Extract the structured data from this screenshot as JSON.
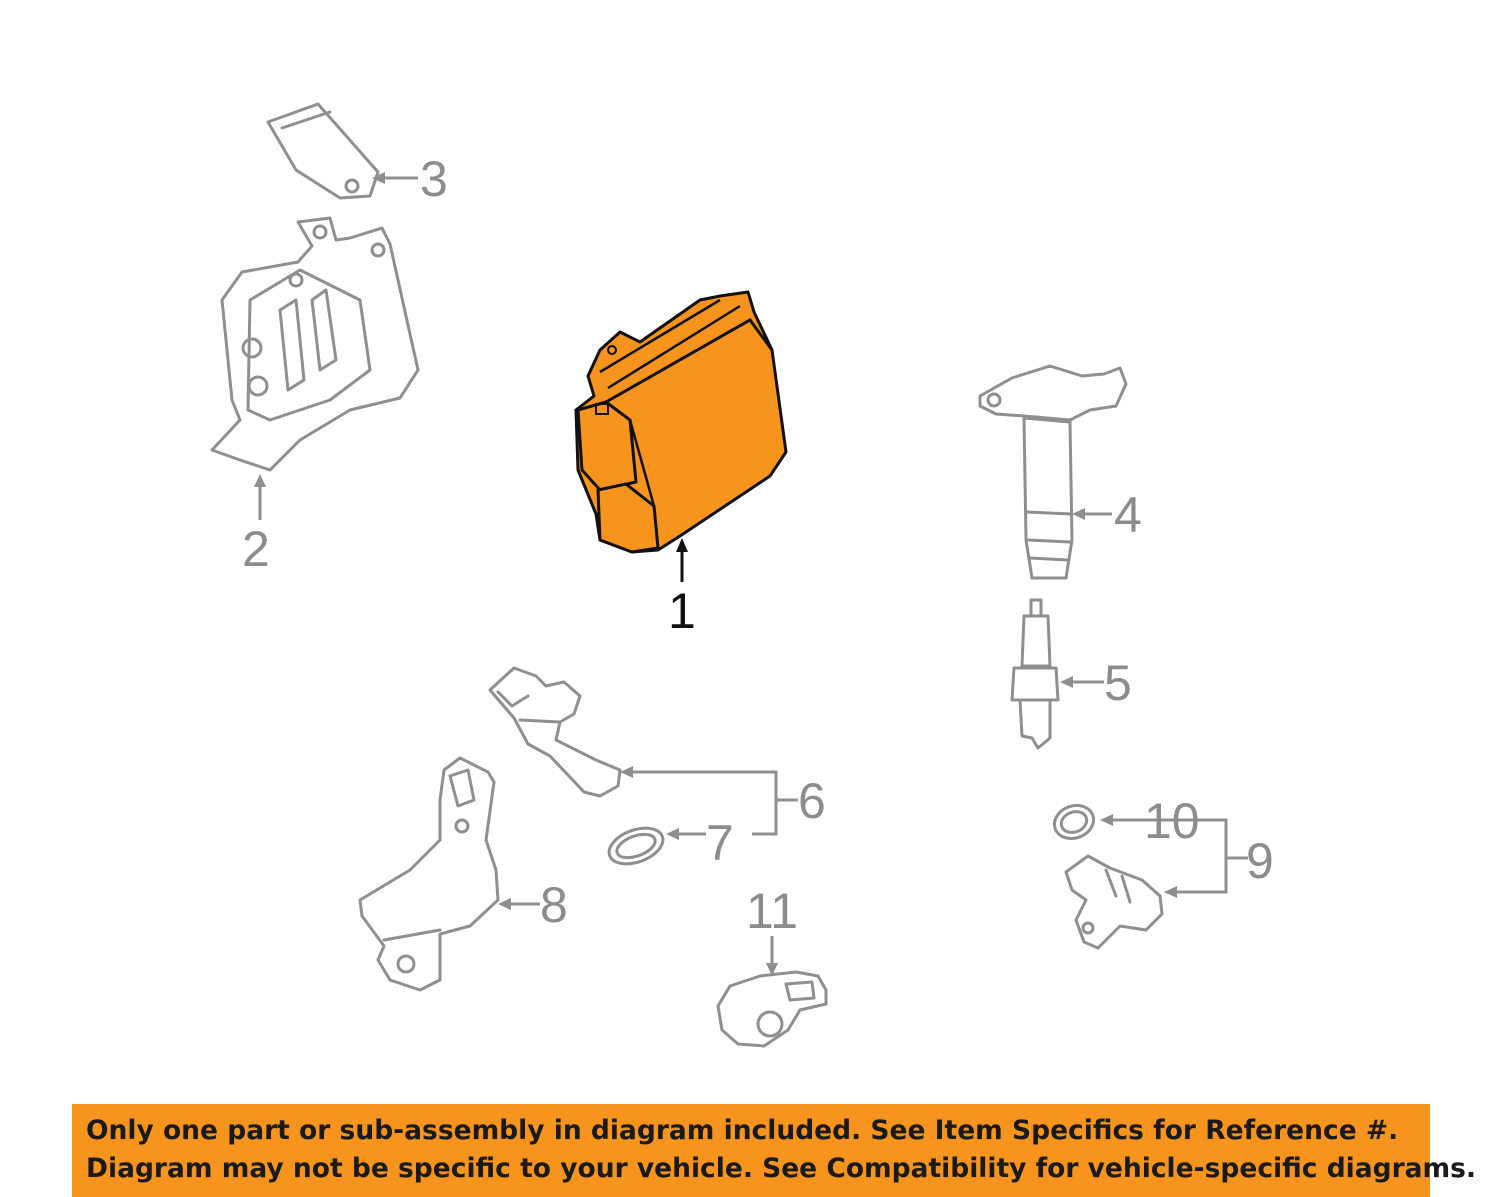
{
  "callouts": {
    "c1": "1",
    "c2": "2",
    "c3": "3",
    "c4": "4",
    "c5": "5",
    "c6": "6",
    "c7": "7",
    "c8": "8",
    "c9": "9",
    "c10": "10",
    "c11": "11"
  },
  "colors": {
    "highlight_part": "#f7941d",
    "line": "#8f8f8f",
    "banner": "#f7941d"
  },
  "disclaimer": {
    "line1": "Only one part or sub-assembly in diagram included. See Item Specifics for Reference #.",
    "line2": "Diagram may not be specific to your vehicle. See Compatibility for vehicle-specific diagrams."
  }
}
